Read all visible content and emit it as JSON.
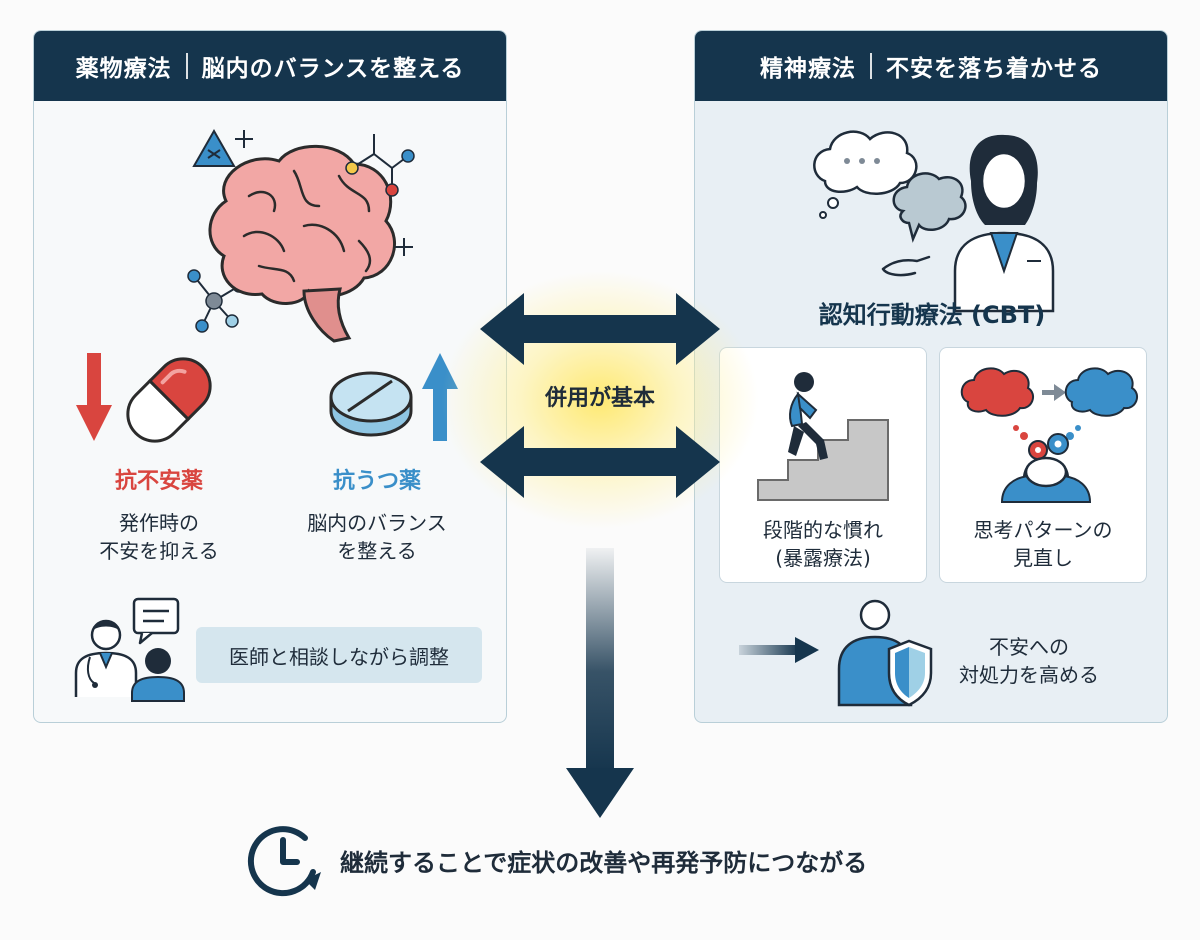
{
  "left_panel": {
    "title": "薬物療法",
    "subtitle": "脳内のバランスを整える",
    "anti_anxiety": {
      "label": "抗不安薬",
      "desc_line1": "発作時の",
      "desc_line2": "不安を抑える"
    },
    "antidepressant": {
      "label": "抗うつ薬",
      "desc_line1": "脳内のバランス",
      "desc_line2": "を整える"
    },
    "consult_label": "医師と相談しながら調整"
  },
  "right_panel": {
    "title": "精神療法",
    "subtitle": "不安を落ち着かせる",
    "cbt_label": "認知行動療法 (CBT)",
    "exposure": {
      "line1": "段階的な慣れ",
      "line2": "(暴露療法)"
    },
    "rethink": {
      "line1": "思考パターンの",
      "line2": "見直し"
    },
    "coping": {
      "line1": "不安への",
      "line2": "対処力を高める"
    }
  },
  "center": {
    "combined_label": "併用が基本"
  },
  "footer": {
    "conclusion": "継続することで症状の改善や再発予防につながる"
  },
  "colors": {
    "navy": "#15354d",
    "red": "#d9453f",
    "blue": "#3a8fc9",
    "highlight": "#ffe45a"
  }
}
